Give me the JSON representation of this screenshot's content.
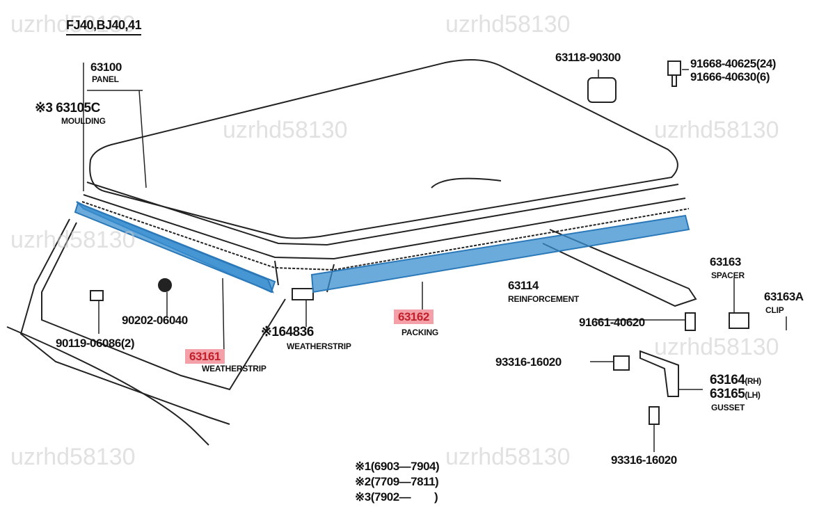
{
  "title": "FJ40,BJ40,41",
  "watermark": "uzrhd58130",
  "accent_colors": {
    "highlight_fill": "#f4a0a8",
    "highlight_text": "#c0202a",
    "packing_highlight": "#3a8fd0"
  },
  "parts": {
    "panel": {
      "number": "63100",
      "name": "PANEL"
    },
    "moulding": {
      "number": "※3 63105C",
      "name": "MOULDING"
    },
    "bracket": {
      "number": "63118-90300"
    },
    "screw": {
      "number1": "91668-40625(24)",
      "number2": "91666-40630(6)"
    },
    "spacer": {
      "number": "63163",
      "name": "SPACER"
    },
    "clip": {
      "number": "63163A",
      "name": "CLIP"
    },
    "reinforcement": {
      "number": "63114",
      "name": "REINFORCEMENT"
    },
    "bolt": {
      "number": "91661-40620"
    },
    "packing": {
      "number": "63162",
      "name": "PACKING"
    },
    "weatherstrip_front": {
      "number": "※164836",
      "name": "WEATHERSTRIP"
    },
    "plug": {
      "number": "90202-06040"
    },
    "screw_side": {
      "number": "90119-06086(2)"
    },
    "weatherstrip_side": {
      "number": "63161",
      "name": "WEATHERSTRIP"
    },
    "bolt_gusset": {
      "number": "93316-16020"
    },
    "gusset": {
      "number_rh": "63164",
      "rh": "(RH)",
      "number_lh": "63165",
      "lh": "(LH)",
      "name": "GUSSET"
    },
    "bolt_bottom": {
      "number": "93316-16020"
    }
  },
  "notes": [
    "※1(6903—7904)",
    "※2(7709—7811)",
    "※3(7902—        )"
  ]
}
